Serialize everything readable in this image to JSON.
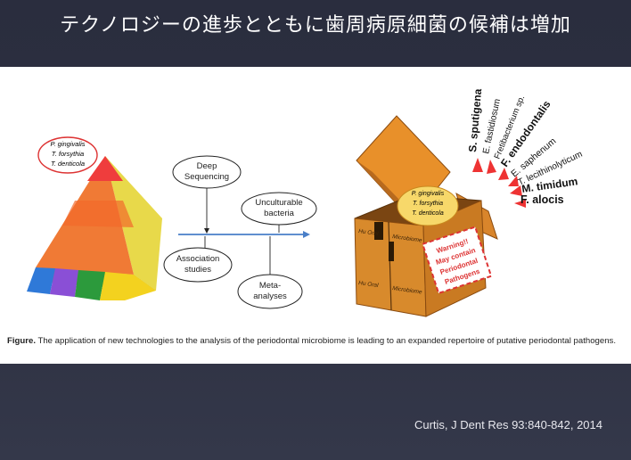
{
  "slide": {
    "title": "テクノロジーの進歩とともに歯周病原細菌の候補は増加",
    "citation": "Curtis, J Dent Res 93:840-842, 2014"
  },
  "figure": {
    "pyramid_labels": [
      "P. gingivalis",
      "T. forsythia",
      "T. denticola"
    ],
    "box_labels": [
      "P. gingivalis",
      "T. forsythia",
      "T. denticola"
    ],
    "deep_sequencing": [
      "Deep",
      "Sequencing"
    ],
    "unculturable": [
      "Unculturable",
      "bacteria"
    ],
    "association": [
      "Association",
      "studies"
    ],
    "meta": [
      "Meta-",
      "analyses"
    ],
    "box_side_text": [
      "Hu Oral",
      "Microbiome",
      "Hu Oral",
      "Microbiome"
    ],
    "warning": [
      "Warning!!",
      "May contain",
      "Periodontal",
      "Pathogens"
    ],
    "pathogens": [
      "S. sputigena",
      "E. fastidiosum",
      "Fretibacterium sp.",
      "F. endodontalis",
      "E. saphenum",
      "T. lecithinolyticum",
      "M. timidum",
      "F. alocis"
    ],
    "caption_label": "Figure.",
    "caption_text": "The application of new technologies to the analysis of the periodontal microbiome is leading to an expanded repertoire of putative periodontal pathogens."
  }
}
